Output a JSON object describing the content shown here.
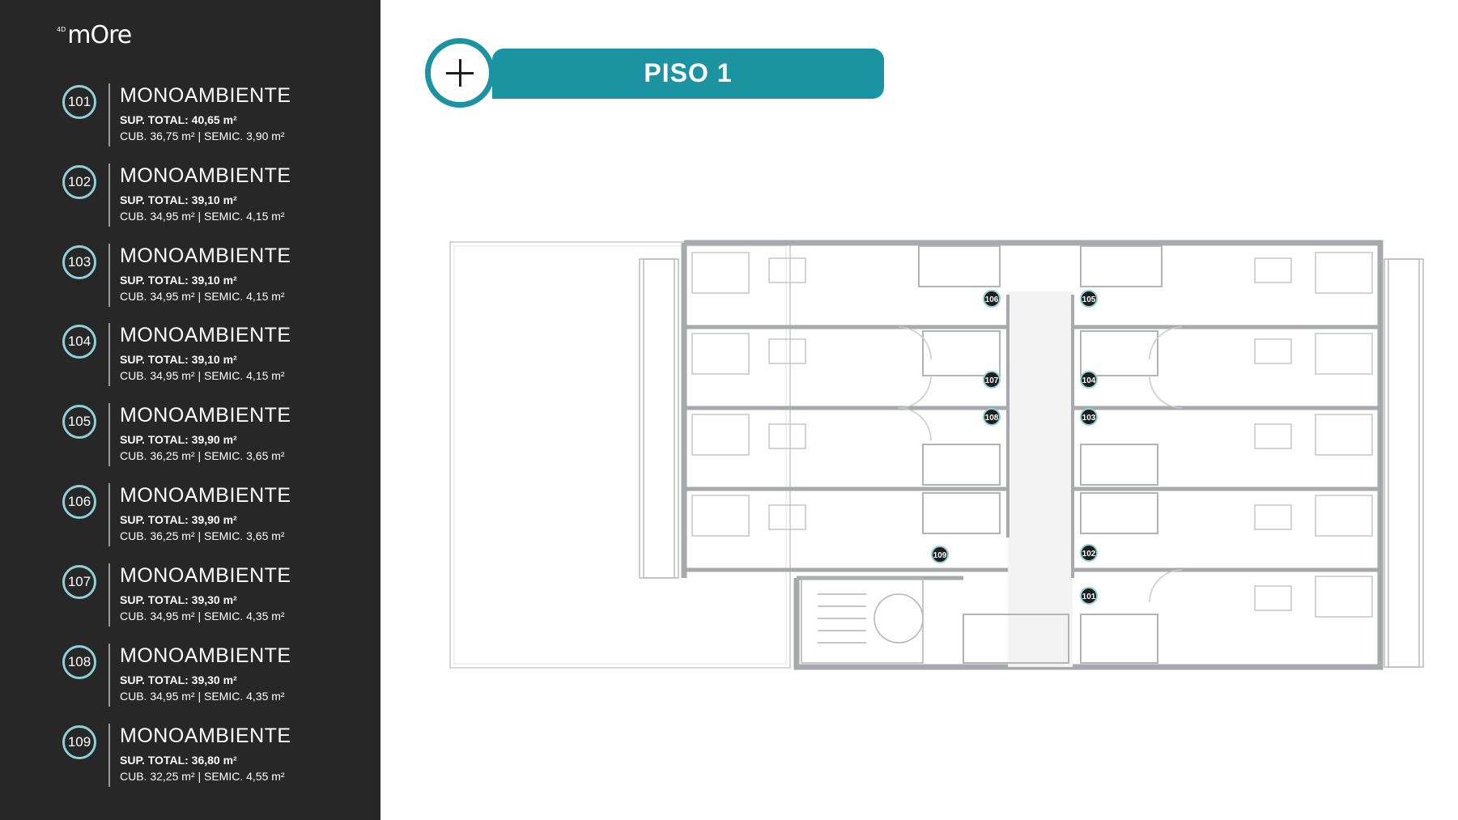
{
  "brand": {
    "superscript": "4D",
    "name": "mOre"
  },
  "header": {
    "title": "PISO 1"
  },
  "units": [
    {
      "number": "101",
      "type": "MONOAMBIENTE",
      "total": "SUP. TOTAL: 40,65 m²",
      "detail": "CUB. 36,75 m² |  SEMIC. 3,90 m²"
    },
    {
      "number": "102",
      "type": "MONOAMBIENTE",
      "total": "SUP. TOTAL: 39,10 m²",
      "detail": "CUB. 34,95 m² |  SEMIC. 4,15 m²"
    },
    {
      "number": "103",
      "type": "MONOAMBIENTE",
      "total": "SUP. TOTAL: 39,10 m²",
      "detail": "CUB. 34,95 m² |  SEMIC. 4,15 m²"
    },
    {
      "number": "104",
      "type": "MONOAMBIENTE",
      "total": "SUP. TOTAL: 39,10 m²",
      "detail": "CUB. 34,95 m² |  SEMIC. 4,15 m²"
    },
    {
      "number": "105",
      "type": "MONOAMBIENTE",
      "total": "SUP. TOTAL: 39,90 m²",
      "detail": "CUB. 36,25 m² |  SEMIC. 3,65 m²"
    },
    {
      "number": "106",
      "type": "MONOAMBIENTE",
      "total": "SUP. TOTAL: 39,90 m²",
      "detail": "CUB. 36,25 m² |  SEMIC. 3,65 m²"
    },
    {
      "number": "107",
      "type": "MONOAMBIENTE",
      "total": "SUP. TOTAL: 39,30 m²",
      "detail": "CUB. 34,95 m² |  SEMIC. 4,35 m²"
    },
    {
      "number": "108",
      "type": "MONOAMBIENTE",
      "total": "SUP. TOTAL: 39,30 m²",
      "detail": "CUB. 34,95 m² |  SEMIC. 4,35 m²"
    },
    {
      "number": "109",
      "type": "MONOAMBIENTE",
      "total": "SUP. TOTAL: 36,80 m²",
      "detail": "CUB. 32,25 m² |  SEMIC. 4,55 m²"
    }
  ],
  "plan_labels": [
    "101",
    "102",
    "103",
    "104",
    "105",
    "106",
    "107",
    "108",
    "109"
  ],
  "colors": {
    "sidebar": "#272727",
    "accent": "#1b93a1",
    "badge_ring": "#8fd0d6",
    "plan_wall": "#a7a9ac"
  }
}
